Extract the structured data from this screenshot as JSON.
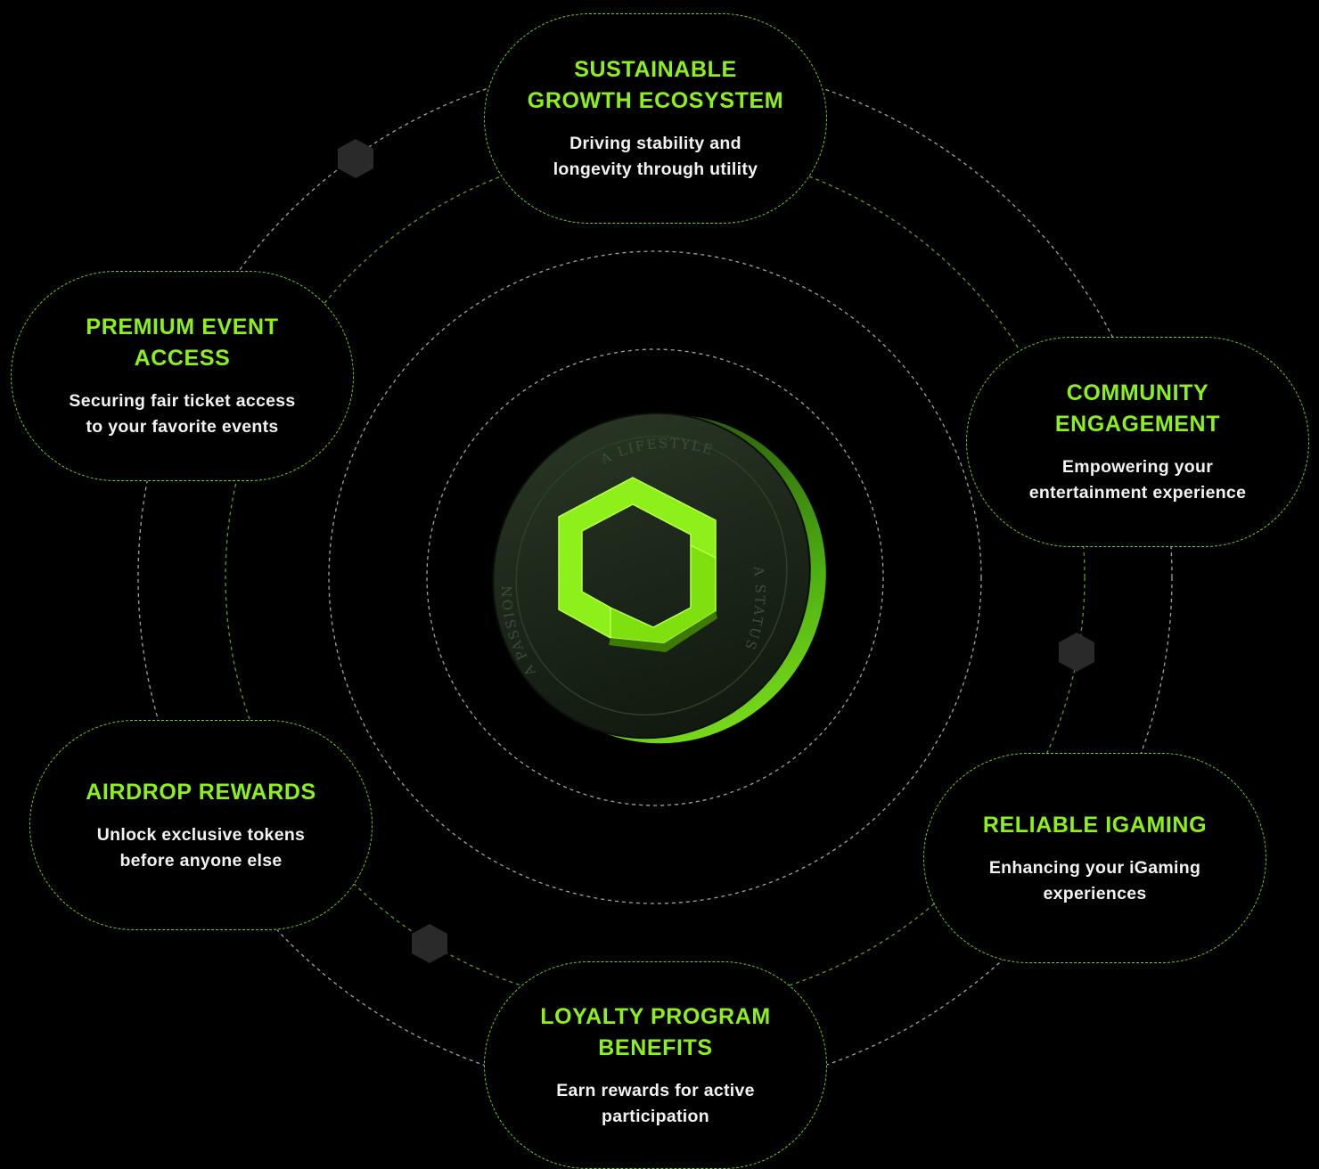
{
  "colors": {
    "background": "#000000",
    "accent_green": "#8cf01a",
    "card_border": "#6ed414",
    "text_white": "#f2f2f2",
    "hex_node": "#2a2a2a",
    "coin_dark": "#1e2a1a"
  },
  "center_coin": {
    "icon": "brand-logo-coin",
    "rim_texts": [
      "A LIFESTYLE",
      "A STATUS",
      "A PASSION"
    ]
  },
  "cards": [
    {
      "id": "sustainable-growth",
      "title": "SUSTAINABLE\nGROWTH ECOSYSTEM",
      "description": "Driving stability and\nlongevity through utility"
    },
    {
      "id": "premium-event-access",
      "title": "PREMIUM EVENT\nACCESS",
      "description": "Securing fair ticket access\nto your favorite events"
    },
    {
      "id": "community-engagement",
      "title": "COMMUNITY\nENGAGEMENT",
      "description": "Empowering your\nentertainment experience"
    },
    {
      "id": "airdrop-rewards",
      "title": "AIRDROP REWARDS",
      "description": "Unlock exclusive tokens\nbefore anyone else"
    },
    {
      "id": "reliable-igaming",
      "title": "RELIABLE IGAMING",
      "description": "Enhancing your iGaming\nexperiences"
    },
    {
      "id": "loyalty-program",
      "title": "LOYALTY PROGRAM\nBENEFITS",
      "description": "Earn rewards for active\nparticipation"
    }
  ],
  "decor": {
    "node_icon": "hexagon-node-icon"
  }
}
